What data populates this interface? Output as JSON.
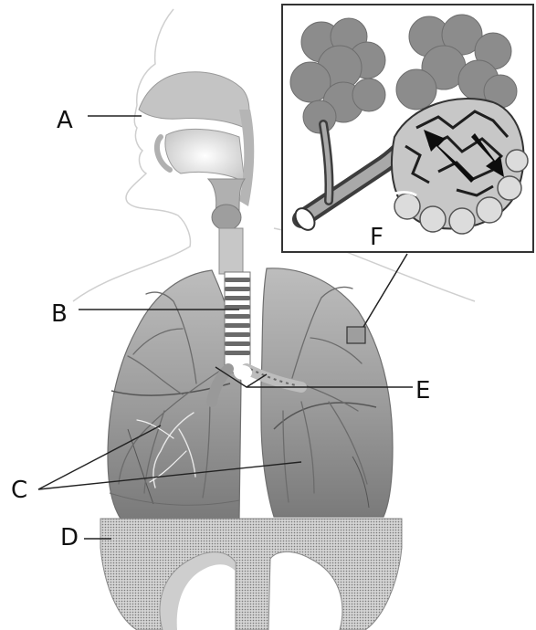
{
  "labels": {
    "a": "A",
    "b": "B",
    "c": "C",
    "d": "D",
    "e": "E",
    "f": "F"
  },
  "colors": {
    "background": "#ffffff",
    "lung": "#8f8f8f",
    "lung_light": "#b4b4b4",
    "airway": "#c9c9c9",
    "outline": "#2b2b2b",
    "alveoli": "#7d7d7d",
    "diaphragm": "#9a9a9a"
  }
}
